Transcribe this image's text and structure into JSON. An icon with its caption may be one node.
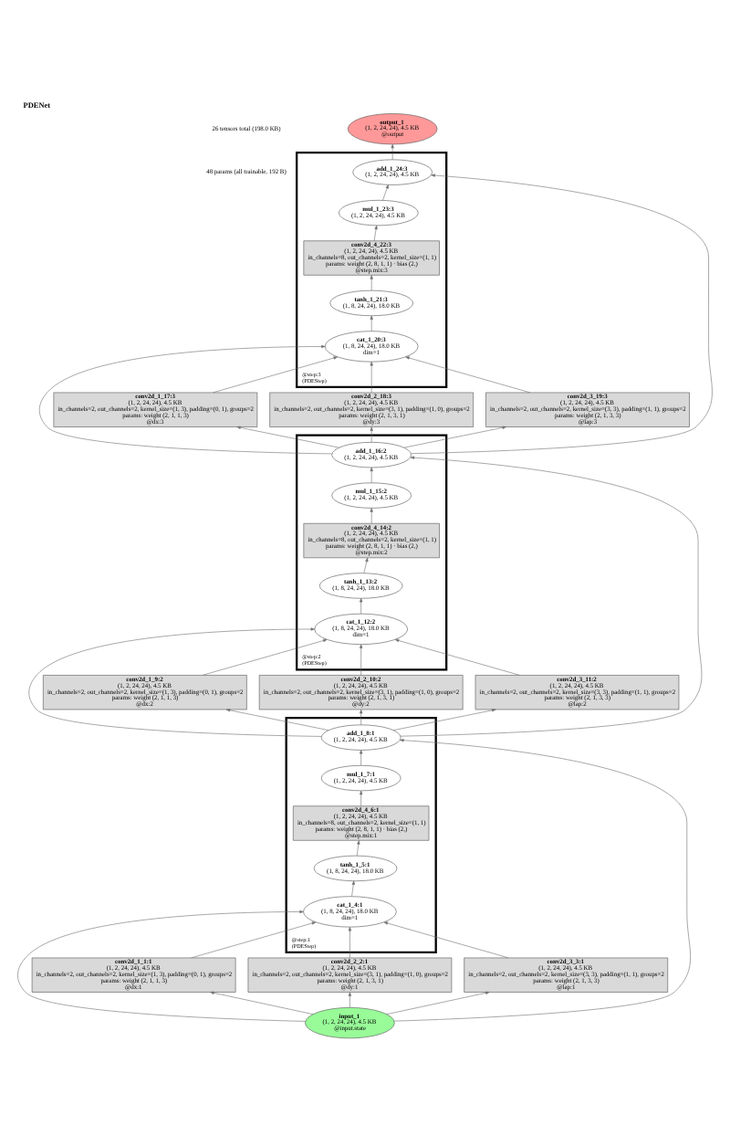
{
  "diagram": {
    "title": "PDENet",
    "nodes": [
      {
        "text": [
          "output_1",
          "(1, 2, 24, 24), 4.5 KB",
          "@output"
        ]
      },
      {
        "text": [
          "@step:3",
          "(PDEStep)"
        ]
      },
      {
        "text": [
          "add_1_24:3",
          "(1, 2, 24, 24), 4.5 KB"
        ],
        "in": 1
      },
      {
        "text": [
          "mul_1_23:3",
          "(1, 2, 24, 24), 4.5 KB"
        ],
        "in": 1
      },
      {
        "text": [
          "conv2d_4_22:3",
          "(1, 2, 24, 24), 4.5 KB",
          "in_channels=8, out_channels=2, kernel_size=(1, 1)",
          "params: weight (2, 8, 1, 1) · bias (2,)",
          "@step.mix:3"
        ],
        "in": 1
      },
      {
        "text": [
          "tanh_1_21:3",
          "(1, 8, 24, 24), 18.0 KB"
        ],
        "in": 1
      },
      {
        "text": [
          "cat_1_20:3",
          "(1, 8, 24, 24), 18.0 KB",
          "dim=1"
        ],
        "in": 1
      },
      {
        "text": [
          "conv2d_1_17:3",
          "(1, 2, 24, 24), 4.5 KB",
          "in_channels=2, out_channels=2, kernel_size=(1, 3), padding=(0, 1), groups=2",
          "params: weight (2, 1, 1, 3)",
          "@dx:3"
        ]
      },
      {
        "text": [
          "conv2d_2_18:3",
          "(1, 2, 24, 24), 4.5 KB",
          "in_channels=2, out_channels=2, kernel_size=(3, 1), padding=(1, 0), groups=2",
          "params: weight (2, 1, 3, 1)",
          "@dy:3"
        ]
      },
      {
        "text": [
          "conv2d_3_19:3",
          "(1, 2, 24, 24), 4.5 KB",
          "in_channels=2, out_channels=2, kernel_size=(3, 3), padding=(1, 1), groups=2",
          "params: weight (2, 1, 3, 3)",
          "@lap:3"
        ]
      },
      {
        "text": [
          "@step:2",
          "(PDEStep)"
        ]
      },
      {
        "text": [
          "add_1_16:2",
          "(1, 2, 24, 24), 4.5 KB"
        ],
        "in": 10
      },
      {
        "text": [
          "mul_1_15:2",
          "(1, 2, 24, 24), 4.5 KB"
        ],
        "in": 10
      },
      {
        "text": [
          "conv2d_4_14:2",
          "(1, 2, 24, 24), 4.5 KB",
          "in_channels=8, out_channels=2, kernel_size=(1, 1)",
          "params: weight (2, 8, 1, 1) · bias (2,)",
          "@step.mix:2"
        ],
        "in": 10
      },
      {
        "text": [
          "tanh_1_13:2",
          "(1, 8, 24, 24), 18.0 KB"
        ],
        "in": 10
      },
      {
        "text": [
          "cat_1_12:2",
          "(1, 8, 24, 24), 18.0 KB",
          "dim=1"
        ],
        "in": 10
      },
      {
        "text": [
          "conv2d_1_9:2",
          "(1, 2, 24, 24), 4.5 KB",
          "in_channels=2, out_channels=2, kernel_size=(1, 3), padding=(0, 1), groups=2",
          "params: weight (2, 1, 1, 3)",
          "@dx:2"
        ]
      },
      {
        "text": [
          "conv2d_2_10:2",
          "(1, 2, 24, 24), 4.5 KB",
          "in_channels=2, out_channels=2, kernel_size=(3, 1), padding=(1, 0), groups=2",
          "params: weight (2, 1, 3, 1)",
          "@dy:2"
        ]
      },
      {
        "text": [
          "conv2d_3_11:2",
          "(1, 2, 24, 24), 4.5 KB",
          "in_channels=2, out_channels=2, kernel_size=(3, 3), padding=(1, 1), groups=2",
          "params: weight (2, 1, 3, 3)",
          "@lap:2"
        ]
      },
      {
        "text": [
          "@step:1",
          "(PDEStep)"
        ]
      },
      {
        "text": [
          "add_1_8:1",
          "(1, 2, 24, 24), 4.5 KB"
        ],
        "in": 19
      },
      {
        "text": [
          "mul_1_7:1",
          "(1, 2, 24, 24), 4.5 KB"
        ],
        "in": 19
      },
      {
        "text": [
          "conv2d_4_6:1",
          "(1, 2, 24, 24), 4.5 KB",
          "in_channels=8, out_channels=2, kernel_size=(1, 1)",
          "params: weight (2, 8, 1, 1) · bias (2,)",
          "@step.mix:1"
        ],
        "in": 19
      },
      {
        "text": [
          "tanh_1_5:1",
          "(1, 8, 24, 24), 18.0 KB"
        ],
        "in": 19
      },
      {
        "text": [
          "cat_1_4:1",
          "(1, 8, 24, 24), 18.0 KB",
          "dim=1"
        ],
        "in": 19
      },
      {
        "text": [
          "conv2d_1_1:1",
          "(1, 2, 24, 24), 4.5 KB",
          "in_channels=2, out_channels=2, kernel_size=(1, 3), padding=(0, 1), groups=2",
          "params: weight (2, 1, 1, 3)",
          "@dx:1"
        ]
      },
      {
        "text": [
          "conv2d_2_2:1",
          "(1, 2, 24, 24), 4.5 KB",
          "in_channels=2, out_channels=2, kernel_size=(3, 1), padding=(1, 0), groups=2",
          "params: weight (2, 1, 3, 1)",
          "@dy:1"
        ]
      },
      {
        "text": [
          "conv2d_3_3:1",
          "(1, 2, 24, 24), 4.5 KB",
          "in_channels=2, out_channels=2, kernel_size=(3, 3), padding=(1, 1), groups=2",
          "params: weight (2, 1, 3, 3)",
          "@lap:1"
        ]
      },
      {
        "text": [
          "input_1",
          "(1, 2, 24, 24), 4.5 KB",
          "@input.state"
        ]
      }
    ],
    "edges": [
      {
        "from": 28,
        "to": 25,
        "arrow": "to"
      },
      {
        "from": 28,
        "to": 26,
        "arrow": "to"
      },
      {
        "from": 28,
        "to": 27,
        "arrow": "to"
      },
      {
        "from": 28,
        "to": 24,
        "arrow": "to"
      },
      {
        "from": 25,
        "to": 24,
        "arrow": "to"
      },
      {
        "from": 26,
        "to": 24,
        "arrow": "to"
      },
      {
        "from": 27,
        "to": 24,
        "arrow": "to"
      },
      {
        "from": 24,
        "to": 23,
        "arrow": "to"
      },
      {
        "from": 23,
        "to": 22,
        "arrow": "to"
      },
      {
        "from": 22,
        "to": 21,
        "arrow": "to"
      },
      {
        "from": 21,
        "to": 20,
        "arrow": "to"
      },
      {
        "from": 28,
        "to": 20,
        "arrow": "to"
      },
      {
        "from": 20,
        "to": 16,
        "arrow": "to"
      },
      {
        "from": 20,
        "to": 17,
        "arrow": "to"
      },
      {
        "from": 20,
        "to": 18,
        "arrow": "to"
      },
      {
        "from": 20,
        "to": 15,
        "arrow": "to"
      },
      {
        "from": 16,
        "to": 15,
        "arrow": "to"
      },
      {
        "from": 17,
        "to": 15,
        "arrow": "to"
      },
      {
        "from": 18,
        "to": 15,
        "arrow": "to"
      },
      {
        "from": 15,
        "to": 14,
        "arrow": "to"
      },
      {
        "from": 14,
        "to": 13,
        "arrow": "to"
      },
      {
        "from": 13,
        "to": 12,
        "arrow": "to"
      },
      {
        "from": 12,
        "to": 11,
        "arrow": "to"
      },
      {
        "from": 20,
        "to": 11,
        "arrow": "to"
      },
      {
        "from": 11,
        "to": 7,
        "arrow": "to"
      },
      {
        "from": 11,
        "to": 8,
        "arrow": "to"
      },
      {
        "from": 11,
        "to": 9,
        "arrow": "to"
      },
      {
        "from": 11,
        "to": 6,
        "arrow": "to"
      },
      {
        "from": 7,
        "to": 6,
        "arrow": "to"
      },
      {
        "from": 8,
        "to": 6,
        "arrow": "to"
      },
      {
        "from": 9,
        "to": 6,
        "arrow": "to"
      },
      {
        "from": 6,
        "to": 5,
        "arrow": "to"
      },
      {
        "from": 5,
        "to": 4,
        "arrow": "to"
      },
      {
        "from": 4,
        "to": 3,
        "arrow": "to"
      },
      {
        "from": 3,
        "to": 2,
        "arrow": "to"
      },
      {
        "from": 11,
        "to": 2,
        "arrow": "to"
      },
      {
        "from": 2,
        "to": 0,
        "arrow": "to"
      }
    ],
    "labels": [
      "26 tensors total (198.0 KB)",
      "48 params (all trainable, 192 B)"
    ]
  }
}
